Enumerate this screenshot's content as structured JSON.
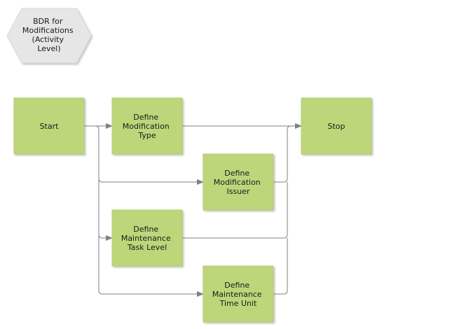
{
  "diagram": {
    "title_badge": {
      "lines": [
        "BDR for",
        "Modifications",
        "(Activity",
        "Level)"
      ]
    },
    "nodes": {
      "start": {
        "lines": [
          "Start"
        ]
      },
      "define_modification_type": {
        "lines": [
          "Define",
          "Modification",
          "Type"
        ]
      },
      "define_modification_issuer": {
        "lines": [
          "Define",
          "Modification",
          "Issuer"
        ]
      },
      "define_maintenance_task_level": {
        "lines": [
          "Define",
          "Maintenance",
          "Task Level"
        ]
      },
      "define_maintenance_time_unit": {
        "lines": [
          "Define",
          "Maintenance",
          "Time Unit"
        ]
      },
      "stop": {
        "lines": [
          "Stop"
        ]
      }
    },
    "colors": {
      "node_fill": "#bdd67a",
      "badge_fill": "#e6e6e6",
      "connector": "#808080"
    }
  }
}
